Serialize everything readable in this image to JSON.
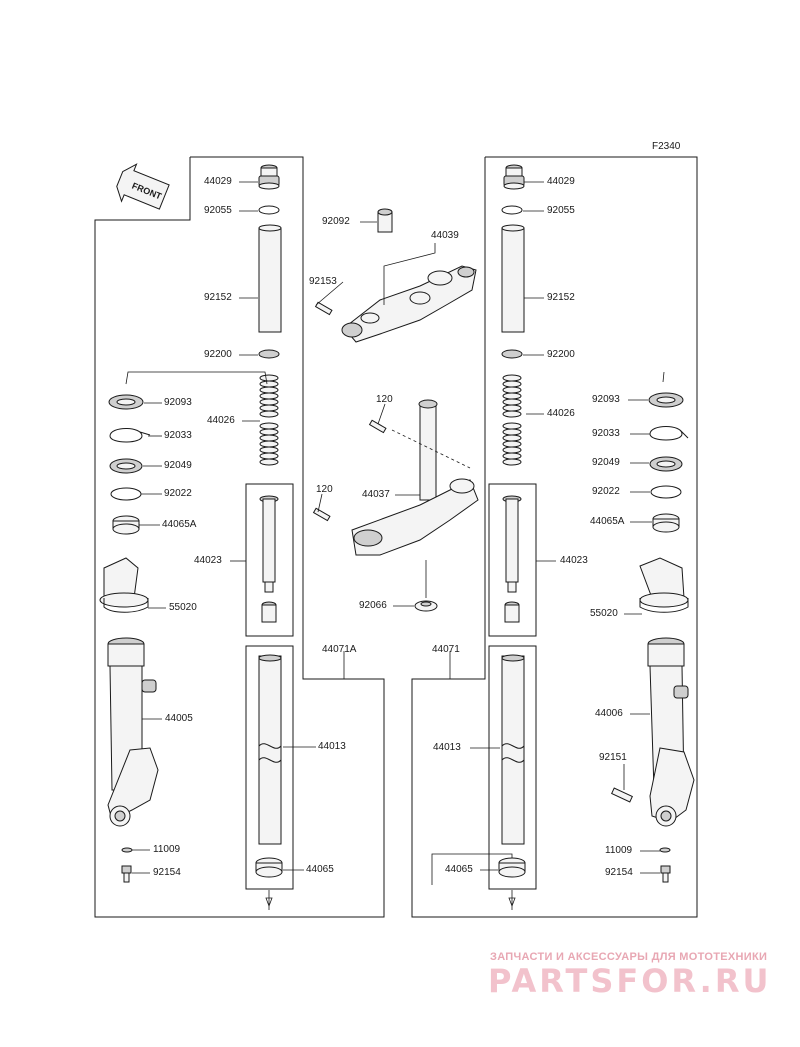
{
  "figure_code": "F2340",
  "front_label": "FRONT",
  "watermark": {
    "tagline": "ЗАПЧАСТИ И АКСЕССУАРЫ ДЛЯ МОТОТЕХНИКИ",
    "logo": "PARTSFOR.RU"
  },
  "group_labels": {
    "left_leg": "44071A",
    "right_leg": "44071"
  },
  "callouts": {
    "l44029": "44029",
    "l92055": "92055",
    "l92152": "92152",
    "l92200": "92200",
    "l44026": "44026",
    "l92093": "92093",
    "l92033": "92033",
    "l92049": "92049",
    "l92022": "92022",
    "l44065a": "44065A",
    "l44023": "44023",
    "l55020": "55020",
    "l44005": "44005",
    "l11009": "11009",
    "l92154": "92154",
    "l44013": "44013",
    "l44065": "44065",
    "c92092": "92092",
    "c44039": "44039",
    "c92153": "92153",
    "c120a": "120",
    "c44037": "44037",
    "c120b": "120",
    "c92066": "92066",
    "r44029": "44029",
    "r92055": "92055",
    "r92152": "92152",
    "r92200": "92200",
    "r44026": "44026",
    "r92093": "92093",
    "r92033": "92033",
    "r92049": "92049",
    "r92022": "92022",
    "r44065a": "44065A",
    "r44023": "44023",
    "r55020": "55020",
    "r44006": "44006",
    "r92151": "92151",
    "r11009": "11009",
    "r92154": "92154",
    "r44013": "44013",
    "r44065": "44065"
  }
}
